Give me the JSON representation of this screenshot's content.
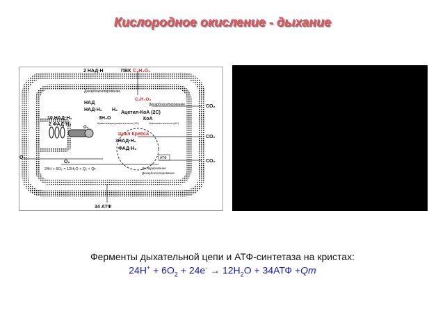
{
  "slide": {
    "title": "Кислородное окисление - дыхание"
  },
  "diagram": {
    "top_nadh": "2 НАД·Н",
    "top_nadh_sub": "2",
    "pvk_label": "ПВК",
    "pvk_formula": "C₃H₄O₃",
    "decarboxylation_top": "Декарбоксилирование",
    "c3h4o3_inner": "C₃H₄O₃",
    "nad": "НАД",
    "nadh2": "НАД·Н₂",
    "h2": "Н₂",
    "decarboxylation_right": "Декарбоксилирование",
    "acetyl_coa": "Ацетил-КоА (2С)",
    "coa": "КоА",
    "h2o_3": "3Н₂О",
    "nadh_10": "10 НАД·Н₂",
    "fadh_2": "2 ФАД·Н₂",
    "o2_small": "O₂",
    "small_note_left": "Щавелевоуксусная кислота (4С)",
    "small_note_right": "Лимонная кислота (6С)",
    "krebs": "Цикл Кребса",
    "nadh_3": "3НАД·Н₂",
    "fadh": "ФАД·Н₂",
    "atf_box": "АТФ",
    "co2_1": "CO₂",
    "co2_2": "CO₂",
    "co2_3": "CO₂",
    "o2_left": "O₂",
    "o2_inner": "O₂",
    "equation_small": "24Н + 6O₂ = 12Н₂O + Q₁ + Qᴛ",
    "dehydrogenation": "Дегидрирование",
    "decarboxylation_bottom": "Декарбоксилирование",
    "atf_34": "34 АТФ"
  },
  "text": {
    "caption": "Ферменты дыхательной цепи и АТФ-синтетаза на кристах:",
    "eq_lhs_h": "24H",
    "eq_lhs_h_sup": "+",
    "eq_plus1": " + 6O",
    "eq_o2_sub": "2",
    "eq_plus2": " + 24e",
    "eq_e_sup": "-",
    "eq_arrow": " → 12H",
    "eq_h2o_sub": "2",
    "eq_rest": "O + 34АТФ +",
    "eq_qm": "Qm"
  },
  "colors": {
    "title": "#e8525a",
    "equation": "#1a1ab5",
    "formula_red": "#d8262b"
  }
}
